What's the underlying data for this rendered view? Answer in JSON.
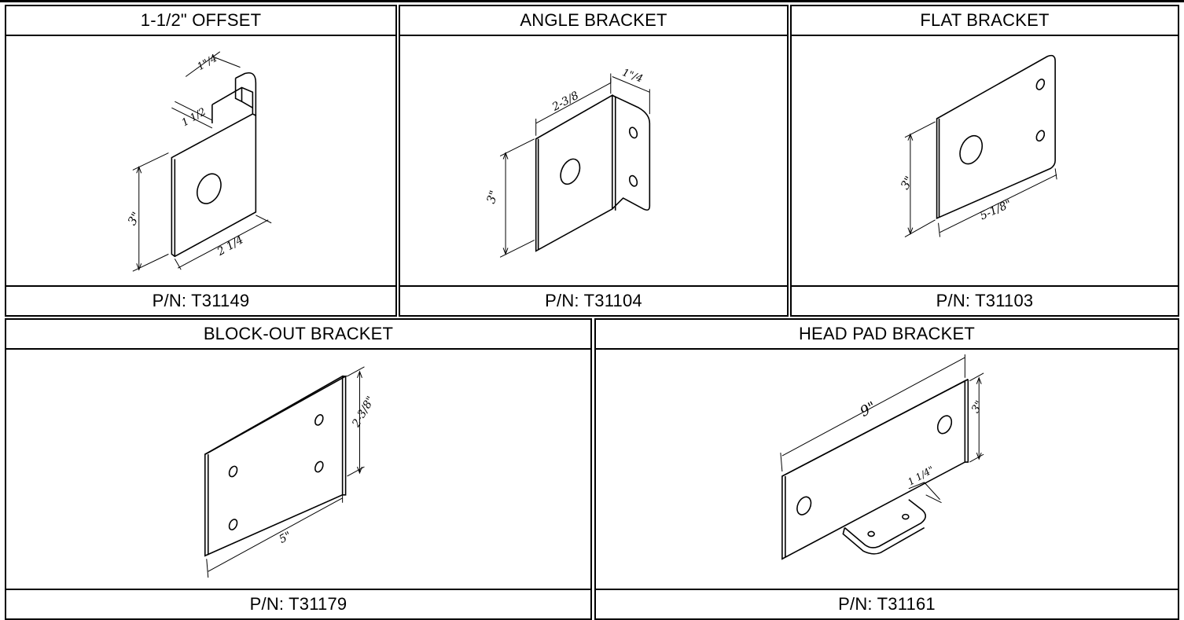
{
  "panels": [
    {
      "title": "1-1/2\" OFFSET",
      "part_number": "P/N: T31149",
      "dimensions": {
        "top_flange": "1\"/4",
        "offset": "1 1/2",
        "height": "3\"",
        "width": "2 1/4"
      }
    },
    {
      "title": "ANGLE BRACKET",
      "part_number": "P/N: T31104",
      "dimensions": {
        "width": "2-3/8",
        "flange": "1\"/4",
        "height": "3\""
      }
    },
    {
      "title": "FLAT BRACKET",
      "part_number": "P/N: T31103",
      "dimensions": {
        "height": "3\"",
        "width": "5-1/8\""
      }
    },
    {
      "title": "BLOCK-OUT BRACKET",
      "part_number": "P/N: T31179",
      "dimensions": {
        "height": "2-3/8\"",
        "width": "5\""
      }
    },
    {
      "title": "HEAD PAD BRACKET",
      "part_number": "P/N: T31161",
      "dimensions": {
        "length": "9\"",
        "height": "3\"",
        "tab": "1 1/4\""
      }
    }
  ],
  "colors": {
    "line": "#000000",
    "background": "#ffffff"
  }
}
